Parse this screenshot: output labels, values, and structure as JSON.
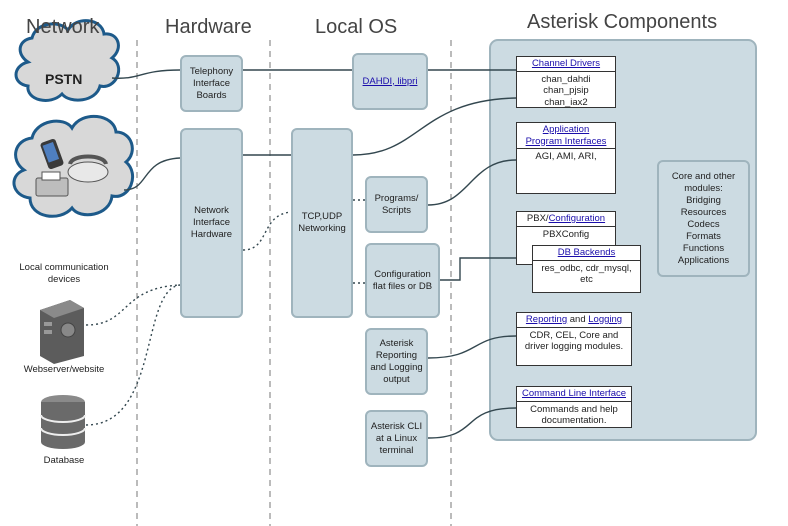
{
  "columns": {
    "network": "Network",
    "hardware": "Hardware",
    "local_os": "Local OS",
    "asterisk": "Asterisk Components"
  },
  "network": {
    "pstn": "PSTN",
    "local_devices": "Local communication\ndevices",
    "webserver": "Webserver/website",
    "database": "Database"
  },
  "hardware": {
    "telephony_boards": "Telephony\nInterface\nBoards",
    "nic": "Network\nInterface\nHardware"
  },
  "local_os": {
    "dahdi": "DAHDI, libpri",
    "tcpudp": "TCP,UDP\nNetworking",
    "programs": "Programs/\nScripts",
    "config_files": "Configuration\nflat files or DB",
    "reporting_output": "Asterisk\nReporting\nand Logging\noutput",
    "cli_terminal": "Asterisk CLI\nat a Linux\nterminal"
  },
  "asterisk": {
    "channel_drivers": {
      "title": "Channel Drivers",
      "body": "chan_dahdi\nchan_pjsip\nchan_iax2"
    },
    "api": {
      "title_line1": "Application",
      "title_line2": "Program Interfaces",
      "body": "AGI, AMI, ARI,"
    },
    "pbx_config": {
      "title_prefix": "PBX/",
      "title_link": "Configuration",
      "body": "PBXConfig"
    },
    "db_backends": {
      "title": "DB Backends",
      "body": "res_odbc, cdr_mysql,\netc"
    },
    "reporting": {
      "title_a": "Reporting",
      "title_mid": " and ",
      "title_b": "Logging",
      "body": "CDR, CEL, Core and\ndriver logging modules."
    },
    "cli": {
      "title": "Command Line Interface",
      "body": "Commands and help\ndocumentation."
    },
    "core": "Core and other\nmodules:\nBridging\nResources\nCodecs\nFormats\nFunctions\nApplications"
  }
}
